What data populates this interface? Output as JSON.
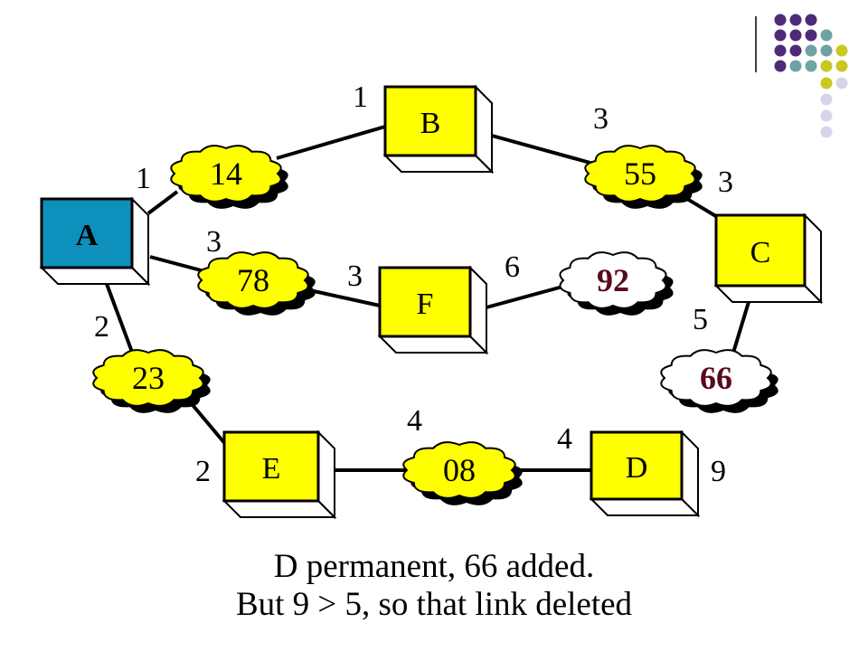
{
  "colors": {
    "node_fill": "#ffff00",
    "node_side": "#ffffff",
    "start_node_fill": "#0e90bd",
    "cloud_tentative": "#ffff00",
    "cloud_new": "#ffffff",
    "new_value_text": "#5a0a1a",
    "dot_purple": "#4e2a78",
    "dot_teal": "#6fa3a3",
    "dot_olive": "#c8c820",
    "dot_lavender": "#d5d5ea"
  },
  "nodes": {
    "A": "A",
    "B": "B",
    "C": "C",
    "D": "D",
    "E": "E",
    "F": "F"
  },
  "clouds": {
    "ab": "14",
    "bc": "55",
    "af": "78",
    "fx": "92",
    "ae": "23",
    "cd": "66",
    "ed": "08"
  },
  "weights": {
    "b_a_side": "1",
    "a_b_side": "1",
    "b_c_side": "3",
    "c_b_side": "3",
    "a_f_side": "3",
    "f_a_side": "3",
    "f_x_side": "6",
    "a_e_side": "2",
    "e_a_side": "2",
    "c_d_side": "5",
    "e_d_side": "4",
    "d_e_side": "4",
    "d_extra": "9"
  },
  "caption": {
    "line1": "D permanent, 66 added.",
    "line2": "But 9 > 5, so that link deleted"
  }
}
